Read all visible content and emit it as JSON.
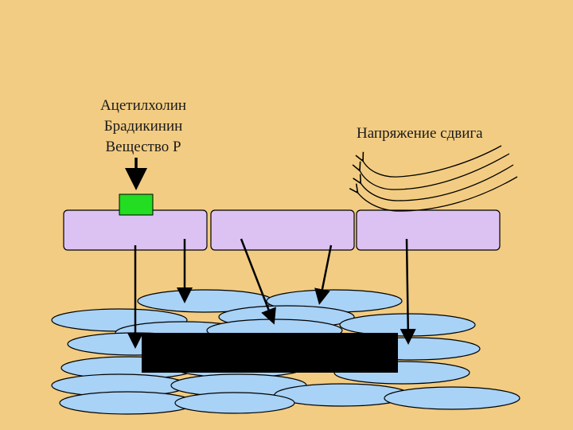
{
  "stimuli": {
    "items": [
      "Ацетилхолин",
      "Брадикинин",
      "Вещество Р"
    ]
  },
  "shear_stress": {
    "label": "Напряжение сдвига"
  },
  "colors": {
    "background": "#f2cc82",
    "endothelial_cell": "#dcc2f2",
    "smooth_muscle_cell": "#a8d2f6",
    "receptor": "#22dd22",
    "label_box": "#000000"
  }
}
